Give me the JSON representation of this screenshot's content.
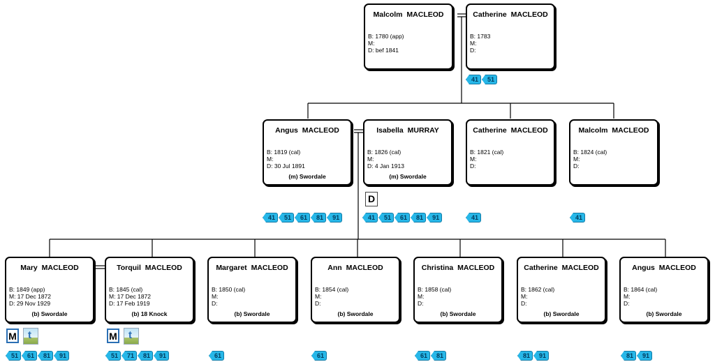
{
  "grandparents": [
    {
      "name": "Malcolm  MACLEOD",
      "b": "B: 1780 (app)",
      "m": "M:",
      "d": "D: bef 1841",
      "place": ""
    },
    {
      "name": "Catherine  MACLEOD",
      "b": "B: 1783",
      "m": "M:",
      "d": "D:",
      "place": ""
    }
  ],
  "parents": [
    {
      "name": "Angus  MACLEOD",
      "b": "B: 1819 (cal)",
      "m": "M:",
      "d": "D: 30 Jul 1891",
      "place": "(m) Swordale"
    },
    {
      "name": "Isabella  MURRAY",
      "b": "B: 1826 (cal)",
      "m": "M:",
      "d": "D: 4 Jan 1913",
      "place": "(m) Swordale"
    },
    {
      "name": "Catherine  MACLEOD",
      "b": "B: 1821 (cal)",
      "m": "M:",
      "d": "D:",
      "place": ""
    },
    {
      "name": "Malcolm  MACLEOD",
      "b": "B: 1824 (cal)",
      "m": "M:",
      "d": "D:",
      "place": ""
    }
  ],
  "children": [
    {
      "name": "Mary  MACLEOD",
      "b": "B: 1849 (app)",
      "m": "M: 17 Dec 1872",
      "d": "D: 29 Nov 1929",
      "place": "(b) Swordale"
    },
    {
      "name": "Torquil  MACLEOD",
      "b": "B: 1845 (cal)",
      "m": "M: 17 Dec 1872",
      "d": "D: 17 Feb 1919",
      "place": "(b) 18 Knock"
    },
    {
      "name": "Margaret  MACLEOD",
      "b": "B: 1850 (cal)",
      "m": "M:",
      "d": "D:",
      "place": "(b) Swordale"
    },
    {
      "name": "Ann  MACLEOD",
      "b": "B: 1854 (cal)",
      "m": "M:",
      "d": "D:",
      "place": "(b) Swordale"
    },
    {
      "name": "Christina  MACLEOD",
      "b": "B: 1858 (cal)",
      "m": "M:",
      "d": "D:",
      "place": "(b) Swordale"
    },
    {
      "name": "Catherine  MACLEOD",
      "b": "B: 1862 (cal)",
      "m": "M:",
      "d": "D:",
      "place": "(b) Swordale"
    },
    {
      "name": "Angus  MACLEOD",
      "b": "B: 1864 (cal)",
      "m": "M:",
      "d": "D:",
      "place": "(b) Swordale"
    }
  ],
  "census_tags": {
    "catherine_gp": [
      "41",
      "51"
    ],
    "angus_p": [
      "41",
      "51",
      "61",
      "81",
      "91"
    ],
    "isabella_p": [
      "41",
      "51",
      "61",
      "81",
      "91"
    ],
    "catherine_p": [
      "41"
    ],
    "malcolm_p": [
      "41"
    ],
    "mary_c": [
      "51",
      "61",
      "81",
      "91"
    ],
    "torquil_c": [
      "51",
      "71",
      "81",
      "91"
    ],
    "margaret_c": [
      "61"
    ],
    "ann_c": [
      "61"
    ],
    "christina_c": [
      "61",
      "81"
    ],
    "catherine_c": [
      "81",
      "91"
    ],
    "angus_c": [
      "81",
      "91"
    ]
  },
  "doc_icons": {
    "death_doc": "D",
    "marriage_doc": "M",
    "headstone_glyph": "t"
  },
  "colors": {
    "tag": "#27b7e8",
    "line": "#000000",
    "box_border": "#000000"
  }
}
